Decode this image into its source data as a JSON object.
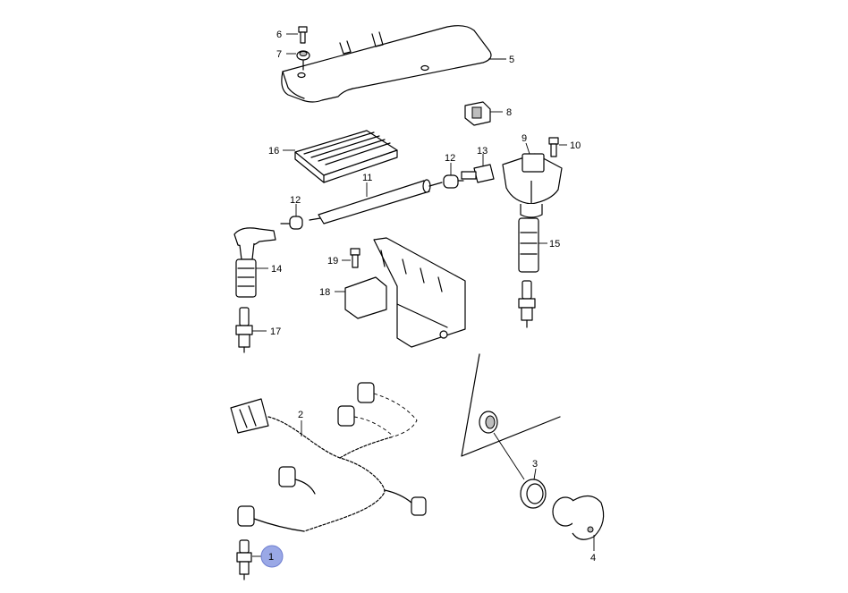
{
  "callouts": [
    {
      "id": "6",
      "text": "6"
    },
    {
      "id": "7",
      "text": "7"
    },
    {
      "id": "5",
      "text": "5"
    },
    {
      "id": "8",
      "text": "8"
    },
    {
      "id": "9",
      "text": "9"
    },
    {
      "id": "10",
      "text": "10"
    },
    {
      "id": "16",
      "text": "16"
    },
    {
      "id": "13",
      "text": "13"
    },
    {
      "id": "12a",
      "text": "12"
    },
    {
      "id": "11",
      "text": "11"
    },
    {
      "id": "12b",
      "text": "12"
    },
    {
      "id": "14",
      "text": "14"
    },
    {
      "id": "15",
      "text": "15"
    },
    {
      "id": "19",
      "text": "19"
    },
    {
      "id": "18",
      "text": "18"
    },
    {
      "id": "17",
      "text": "17"
    },
    {
      "id": "2",
      "text": "2"
    },
    {
      "id": "3",
      "text": "3"
    },
    {
      "id": "4",
      "text": "4"
    },
    {
      "id": "1",
      "text": "1"
    }
  ],
  "highlighted_callout": "1",
  "colors": {
    "line": "#000000",
    "highlight": "#9aa8e6",
    "background": "#ffffff"
  }
}
